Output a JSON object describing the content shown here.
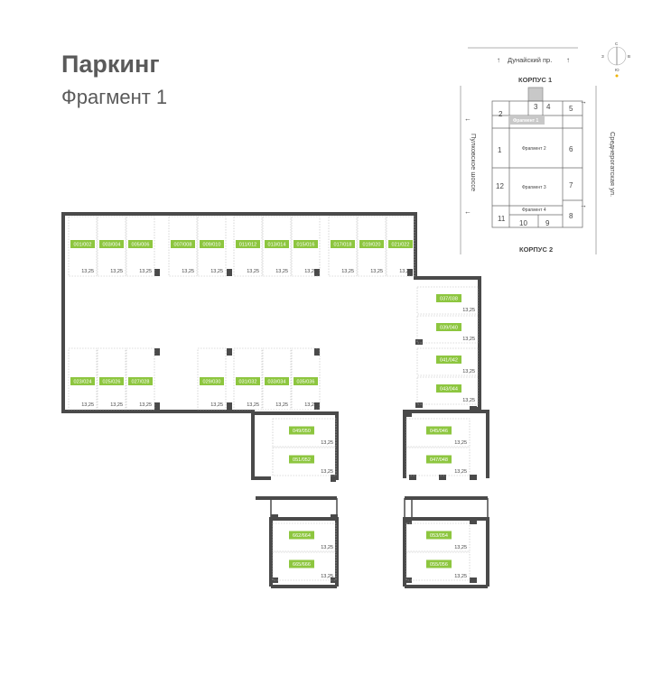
{
  "header": {
    "title": "Паркинг",
    "subtitle": "Фрагмент 1"
  },
  "colors": {
    "accent": "#8dc63f",
    "wall": "#4a4a4a",
    "dashed": "#bbbbbb",
    "highlight": "#c8c8c8"
  },
  "spot_area": "13,25",
  "spots": {
    "top_row": [
      "001/002",
      "003/004",
      "005/006",
      "007/008",
      "009/010",
      "011/012",
      "013/014",
      "015/016",
      "017/018",
      "019/020",
      "021/022"
    ],
    "middle_left": [
      "023/024",
      "025/026",
      "027/028"
    ],
    "middle_right": [
      "029/030",
      "031/032",
      "033/034",
      "035/036"
    ],
    "right_column": [
      "037/038",
      "039/040",
      "041/042",
      "043/044"
    ],
    "right_lower": [
      "045/046",
      "047/048"
    ],
    "center_lower": [
      "049/050",
      "051/052"
    ],
    "bottom_right": [
      "053/054",
      "055/056"
    ],
    "bottom_left": [
      "662/664",
      "665/666"
    ]
  },
  "keymap": {
    "street_top": "Дунайский пр.",
    "street_left": "Пулковское шоссе",
    "street_right": "Среднерогатская ул.",
    "building_top": "КОРПУС 1",
    "building_bottom": "КОРПУС 2",
    "fragment_active": "Фрагмент 1",
    "fragment_2": "Фрагмент 2",
    "fragment_3": "Фрагмент 3",
    "fragment_4": "Фрагмент 4",
    "sections": [
      "1",
      "2",
      "3",
      "4",
      "5",
      "6",
      "7",
      "8",
      "9",
      "10",
      "11",
      "12"
    ],
    "compass": {
      "n": "С",
      "s": "Ю",
      "e": "В",
      "w": "З"
    }
  }
}
